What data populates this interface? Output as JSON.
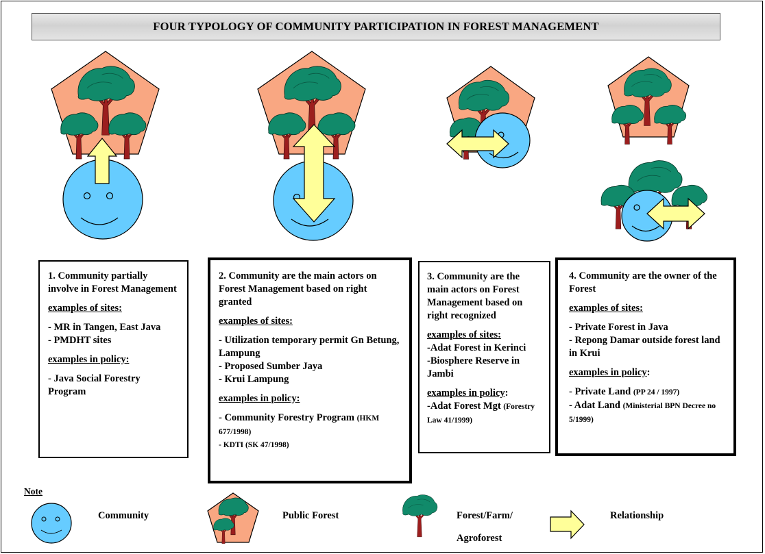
{
  "title": "FOUR TYPOLOGY OF COMMUNITY PARTICIPATION IN  FOREST MANAGEMENT",
  "colors": {
    "pentagon_fill": "#F9A782",
    "face_fill": "#66CCFF",
    "arrow_fill": "#FFFF99",
    "tree_canopy": "#118A6A",
    "tree_trunk": "#9C1E1E"
  },
  "types": [
    {
      "heading": "1. Community partially involve in Forest Management",
      "sites_label": "examples of sites:",
      "sites": [
        "- MR in Tangen, East Java",
        "- PMDHT sites"
      ],
      "policy_label": "examples in policy:",
      "policy": [
        "- Java Social Forestry Program"
      ]
    },
    {
      "heading": "2. Community are the main actors on Forest Management based on right granted",
      "sites_label": "examples of sites:",
      "sites": [
        "- Utilization temporary permit Gn Betung, Lampung",
        "- Proposed Sumber Jaya",
        "- Krui Lampung"
      ],
      "policy_label": "examples in policy:",
      "policy_main": "- Community Forestry Program",
      "policy_main_ref": "(HKM  677/1998)",
      "policy_second": "- KDTI  (SK 47/1998)"
    },
    {
      "heading": "3. Community are the main actors on Forest Management based on right recognized",
      "sites_label": "examples of sites:",
      "sites": [
        "-Adat Forest in Kerinci",
        "-Biosphere Reserve in Jambi"
      ],
      "policy_label": "examples in policy",
      "policy_colon": ":",
      "policy_main": "-Adat Forest Mgt",
      "policy_main_ref": "(Forestry Law 41/1999)"
    },
    {
      "heading": "4. Community are the owner of the Forest",
      "sites_label": "examples of sites:",
      "sites": [
        "- Private Forest in Java",
        "- Repong Damar outside forest land in Krui"
      ],
      "policy_label": "examples in policy",
      "policy_colon": ":",
      "policy_1": "- Private Land",
      "policy_1_ref": "(PP 24 / 1997)",
      "policy_2": "- Adat Land",
      "policy_2_ref": "(Ministerial BPN Decree no 5/1999)"
    }
  ],
  "legend": {
    "title": "Note",
    "community": "Community",
    "public_forest": "Public Forest",
    "forest_farm_1": "Forest/Farm/",
    "forest_farm_2": "Agroforest",
    "relationship": "Relationship"
  }
}
